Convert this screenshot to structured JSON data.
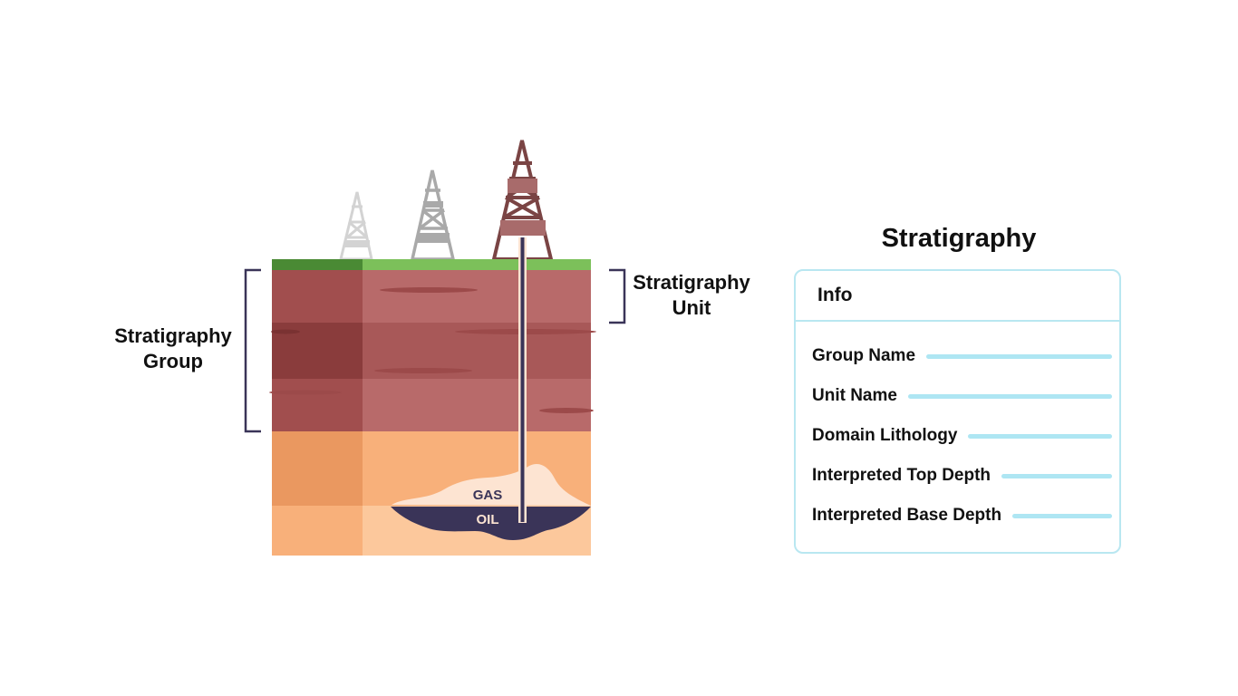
{
  "diagram": {
    "group_label": [
      "Stratigraphy",
      "Group"
    ],
    "unit_label": [
      "Stratigraphy",
      "Unit"
    ],
    "reservoir": {
      "gas_label": "GAS",
      "oil_label": "OIL"
    },
    "colors": {
      "grass": "#7cc05a",
      "grass_dark": "#4a8a34",
      "rock_upper": "#b86a6a",
      "rock_middle": "#a85858",
      "rock_dark_column": "#8a3c3c",
      "sand": "#f8b07a",
      "sand_light": "#fcc89c",
      "gas": "#fde4d2",
      "oil": "#3a3458",
      "rig_brown": "#7a4444",
      "rig_grey": "#a9a9a9",
      "rig_light": "#d3d3d3",
      "bracket": "#3a3458"
    }
  },
  "panel": {
    "title": "Stratigraphy",
    "header": "Info",
    "fields": [
      {
        "label": "Group Name"
      },
      {
        "label": "Unit Name"
      },
      {
        "label": "Domain Lithology"
      },
      {
        "label": "Interpreted Top Depth"
      },
      {
        "label": "Interpreted Base Depth"
      }
    ],
    "accent_color": "#aee6f3",
    "border_color": "#b9e7f1"
  }
}
